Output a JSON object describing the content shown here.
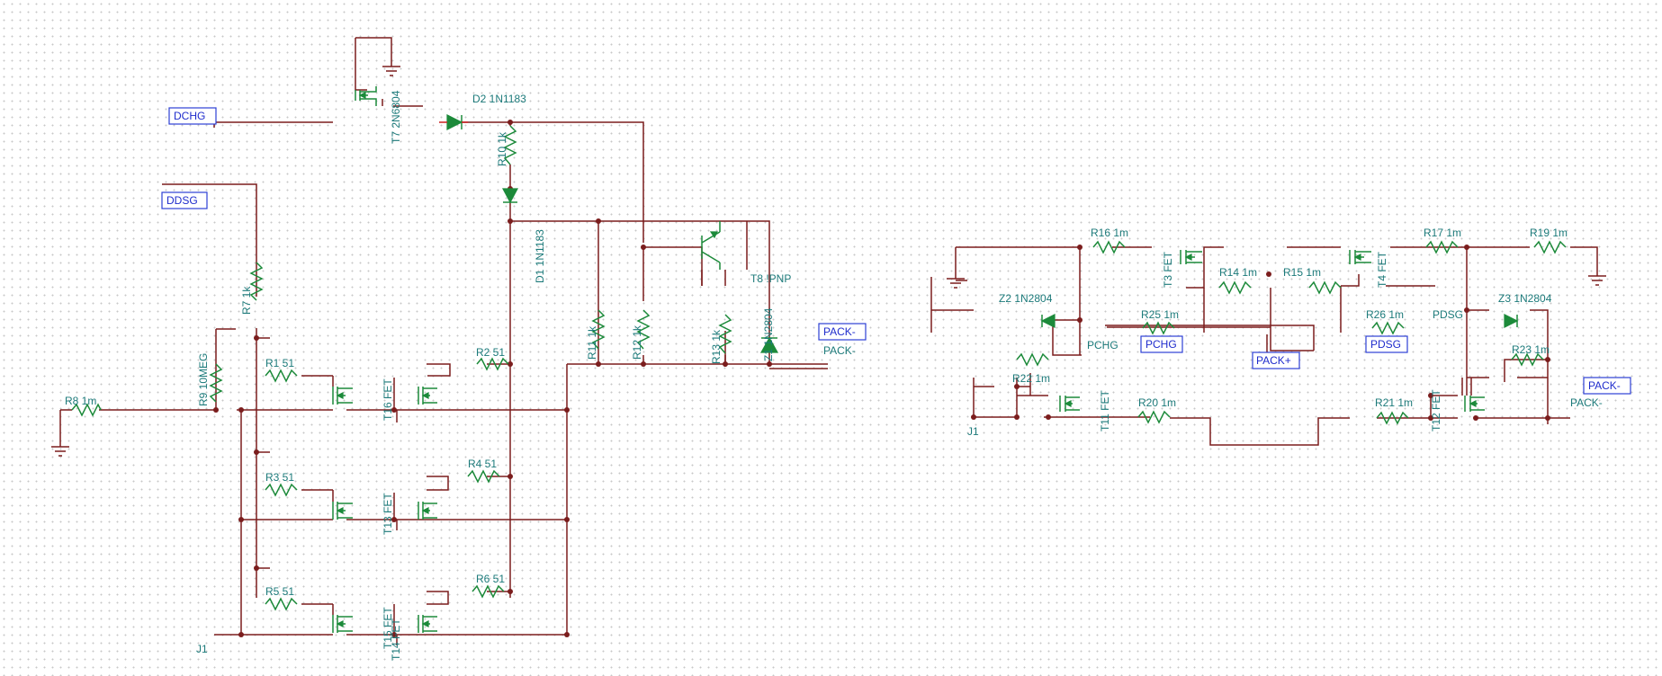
{
  "left": {
    "ports": {
      "dchg": "DCHG",
      "ddsg": "DDSG",
      "pack_minus_box": "PACK-",
      "pack_minus": "PACK-",
      "j1": "J1"
    },
    "components": {
      "t7": "T7 2N6804",
      "d2": "D2 1N1183",
      "r10": "R10 1k",
      "d1": "D1 1N1183",
      "t8": "T8 !PNP",
      "z1": "Z1 1N2804",
      "r7": "R7 1k",
      "r9": "R9 10MEG",
      "r8": "R8 1m",
      "r1": "R1 51",
      "r2": "R2 51",
      "r3": "R3 51",
      "r4": "R4 51",
      "r5": "R5 51",
      "r6": "R6 51",
      "r11": "R11 1k",
      "r12": "R12 1k",
      "r13": "R13 1k",
      "t16": "T16 FET",
      "t13": "T13 FET",
      "t15": "T15 FET",
      "t14": "T14 FET"
    }
  },
  "right": {
    "ports": {
      "pchg_box": "PCHG",
      "pchg": "PCHG",
      "pack_plus": "PACK+",
      "pdsg_box": "PDSG",
      "pdsg": "PDSG",
      "pack_minus_box": "PACK-",
      "pack_minus": "PACK-",
      "j1": "J1"
    },
    "components": {
      "r16": "R16 1m",
      "t3": "T3 FET",
      "r14": "R14 1m",
      "r15": "R15 1m",
      "t4": "T4 FET",
      "r17": "R17 1m",
      "r19": "R19 1m",
      "z2": "Z2 1N2804",
      "z3": "Z3 1N2804",
      "r25": "R25 1m",
      "r26": "R26 1m",
      "r22": "R22 1m",
      "r23": "R23 1m",
      "t11": "T11 FET",
      "t12": "T12 FET",
      "r20": "R20 1m",
      "r21": "R21 1m"
    }
  },
  "colors": {
    "wire": "#7b1d1d",
    "component": "#1c8a3a",
    "label": "#1c7a7a",
    "port": "#1f2ccc",
    "pin": "#cc2020"
  }
}
